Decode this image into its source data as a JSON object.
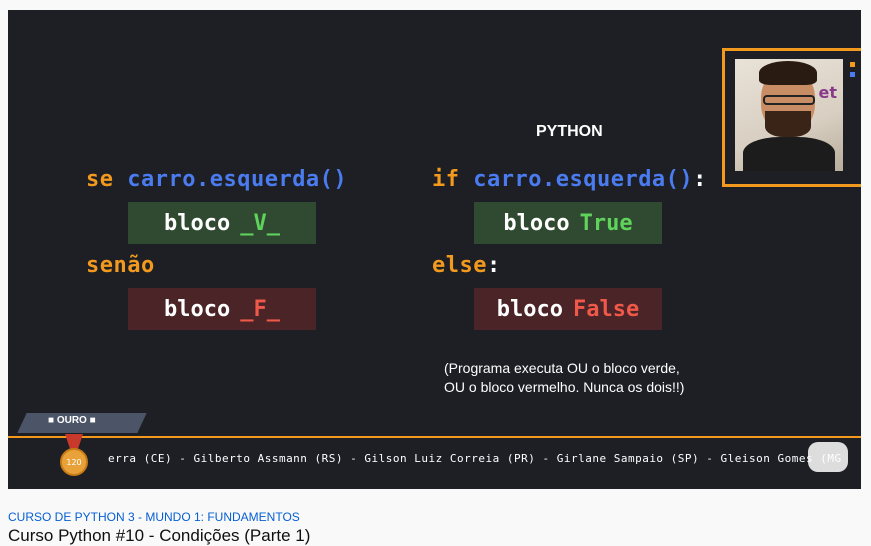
{
  "slide": {
    "python_heading": "PYTHON",
    "pt": {
      "if_kw": "se",
      "cond": "carro.esquerda()",
      "true_block_word": "bloco",
      "true_block_name": "_V_",
      "else_kw": "senão",
      "false_block_word": "bloco",
      "false_block_name": "_F_"
    },
    "py": {
      "if_kw": "if",
      "cond": "carro.esquerda()",
      "colon": ":",
      "true_block_word": "bloco",
      "true_block_name": "True",
      "else_kw": "else",
      "else_colon": ":",
      "false_block_word": "bloco",
      "false_block_name": "False"
    },
    "note_line1": "(Programa executa OU o bloco verde,",
    "note_line2": "OU o bloco vermelho. Nunca os dois!!)"
  },
  "overlay": {
    "rank_label": "OURO",
    "medal_value": "120",
    "ticker_text": "erra (CE) - Gilberto Assmann (RS) - Gilson Luiz Correia (PR) - Girlane Sampaio (SP) - Gleison Gomes (MG",
    "webcam_logo": "et"
  },
  "meta": {
    "playlist": "CURSO DE PYTHON 3 - MUNDO 1: FUNDAMENTOS",
    "title": "Curso Python #10 - Condições (Parte 1)"
  },
  "colors": {
    "accent": "#f39a1e",
    "keyword_blue": "#4a7cf0",
    "true_green": "#5fd35c",
    "false_red": "#f0584a",
    "link": "#065fd4"
  }
}
